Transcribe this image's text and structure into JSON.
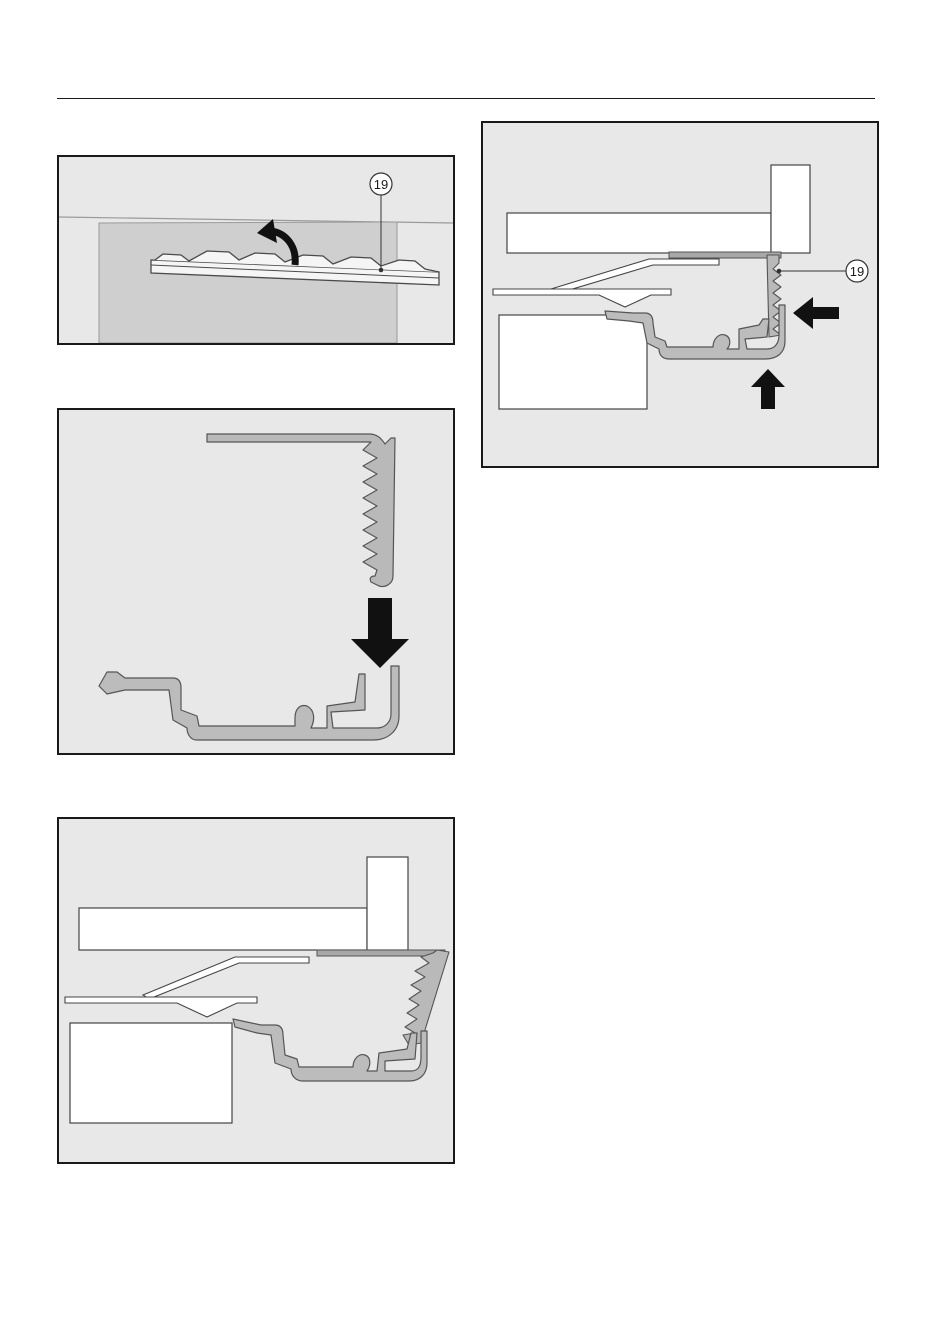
{
  "figures": [
    {
      "id": "fig1",
      "callout": "19"
    },
    {
      "id": "fig2"
    },
    {
      "id": "fig3"
    },
    {
      "id": "fig4",
      "callout": "19"
    }
  ]
}
